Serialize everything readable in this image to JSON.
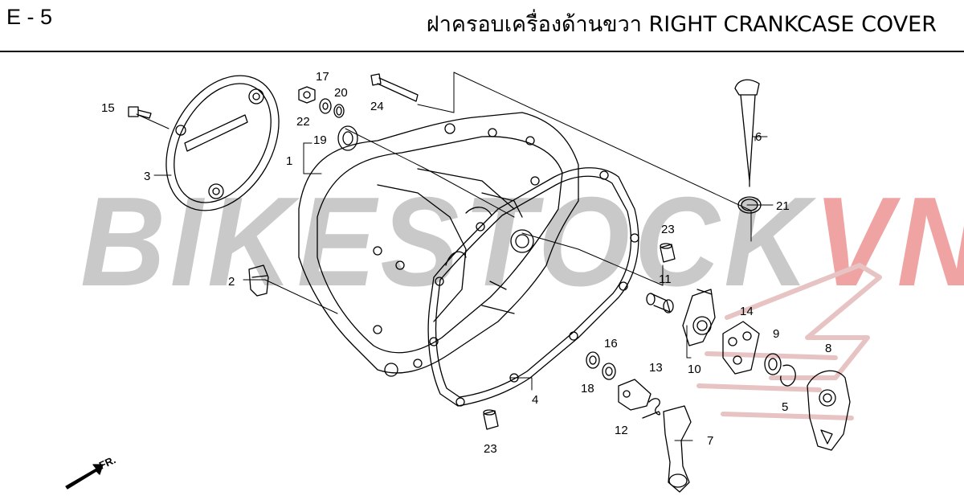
{
  "header": {
    "code": "E - 5",
    "title": "ฝาครอบเครื่องด้านขวา  RIGHT CRANKCASE COVER"
  },
  "watermark": {
    "part1": "BIKESTOCK",
    "part2": "VN",
    "color_gray": "#c9c9c9",
    "color_red": "#f0a3a3"
  },
  "direction": {
    "label": "FR."
  },
  "callouts": {
    "p1": "1",
    "p2": "2",
    "p3": "3",
    "p4": "4",
    "p5": "5",
    "p6": "6",
    "p7": "7",
    "p8": "8",
    "p9": "9",
    "p10": "10",
    "p11": "11",
    "p12": "12",
    "p13": "13",
    "p14": "14",
    "p15": "15",
    "p16": "16",
    "p17": "17",
    "p18": "18",
    "p19": "19",
    "p20": "20",
    "p21": "21",
    "p22": "22",
    "p23a": "23",
    "p23b": "23",
    "p24": "24"
  }
}
